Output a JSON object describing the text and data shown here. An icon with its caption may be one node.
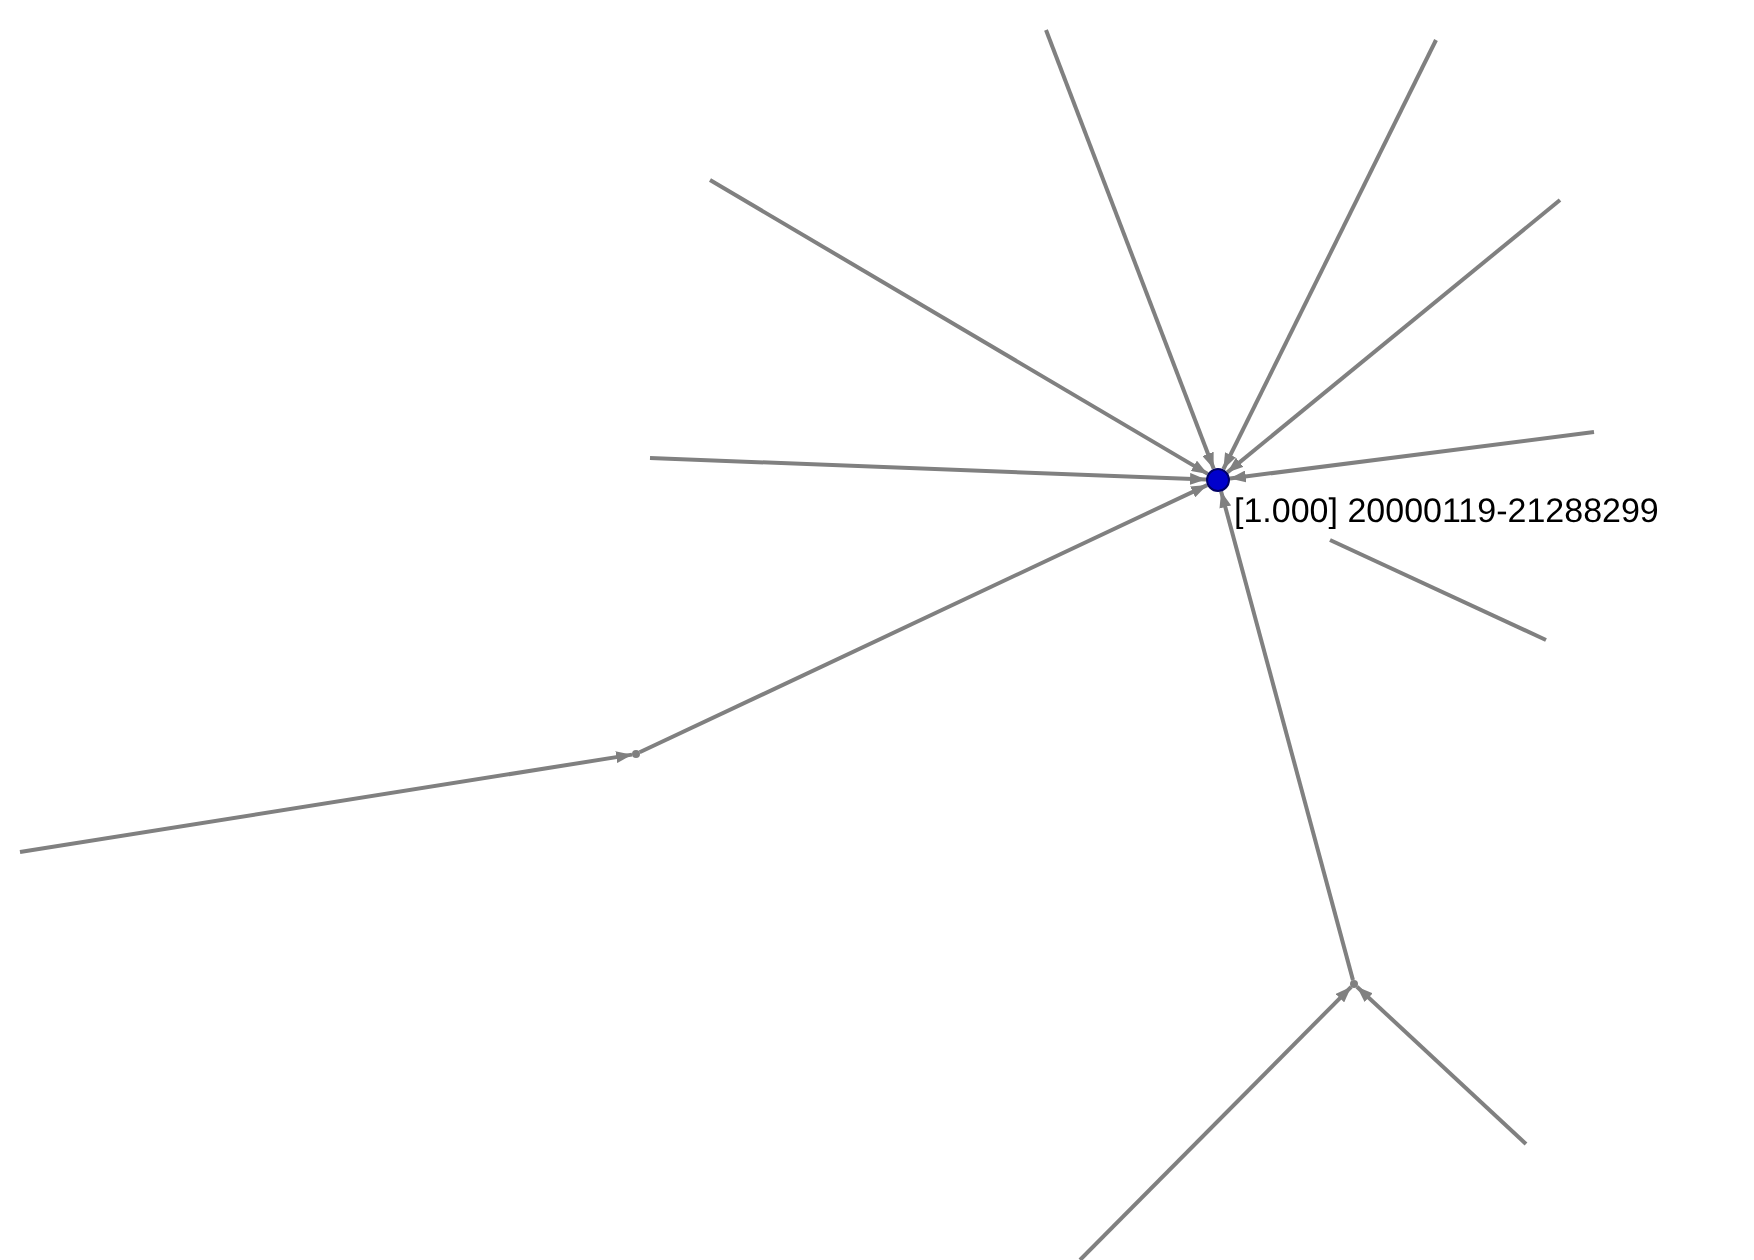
{
  "diagram": {
    "nodes": [
      {
        "text": [],
        "shape": "circle",
        "beside": [
          "[1.000] 20000119-21288299"
        ]
      },
      {
        "text": [],
        "shape": "point"
      },
      {
        "text": [],
        "shape": "point"
      }
    ],
    "edges": [
      {
        "from": null,
        "to": 0,
        "arrow": "to"
      },
      {
        "from": null,
        "to": 0,
        "arrow": "to"
      },
      {
        "from": null,
        "to": 0,
        "arrow": "to"
      },
      {
        "from": null,
        "to": 0,
        "arrow": "to"
      },
      {
        "from": null,
        "to": 0,
        "arrow": "to"
      },
      {
        "from": null,
        "to": 0,
        "arrow": "to"
      },
      {
        "from": null,
        "to": 1,
        "arrow": "to"
      },
      {
        "from": 1,
        "to": 0,
        "arrow": "to"
      },
      {
        "from": 2,
        "to": 0,
        "arrow": "to"
      },
      {
        "from": null,
        "to": 2,
        "arrow": "to"
      },
      {
        "from": null,
        "to": 2,
        "arrow": "to"
      }
    ]
  }
}
